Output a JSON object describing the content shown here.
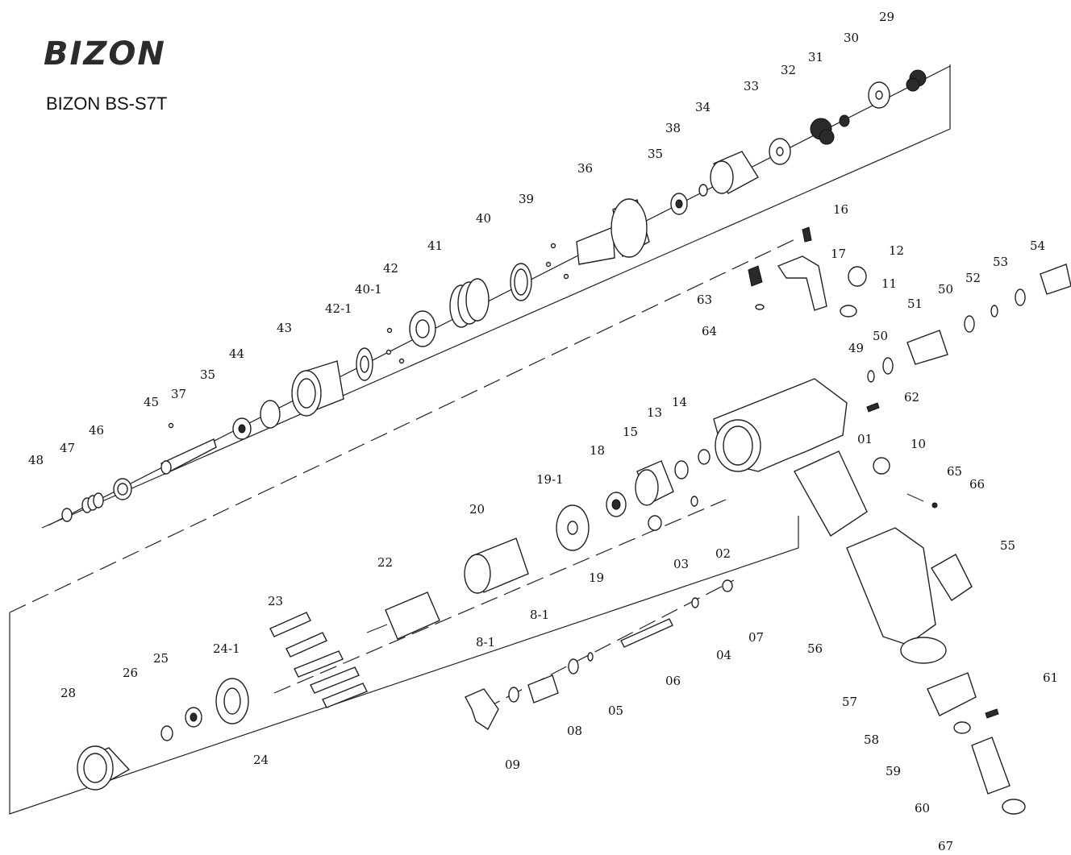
{
  "brand": {
    "logo_text": "BIZON",
    "model": "BIZON BS-S7T"
  },
  "diagram": {
    "type": "exploded-parts-diagram",
    "callouts": [
      "29",
      "30",
      "31",
      "32",
      "33",
      "34",
      "35",
      "36",
      "38",
      "39",
      "40",
      "41",
      "42",
      "40-1",
      "42-1",
      "43",
      "44",
      "45",
      "37",
      "46",
      "47",
      "48",
      "16",
      "17",
      "12",
      "63",
      "11",
      "64",
      "54",
      "53",
      "52",
      "50",
      "51",
      "49",
      "50",
      "62",
      "01",
      "10",
      "65",
      "66",
      "55",
      "18",
      "15",
      "13",
      "14",
      "19-1",
      "19",
      "20",
      "02",
      "03",
      "22",
      "07",
      "04",
      "06",
      "05",
      "8-1",
      "8-1",
      "08",
      "09",
      "23",
      "24-1",
      "24",
      "25",
      "26",
      "28",
      "56",
      "57",
      "58",
      "59",
      "60",
      "61",
      "67",
      "35"
    ]
  }
}
